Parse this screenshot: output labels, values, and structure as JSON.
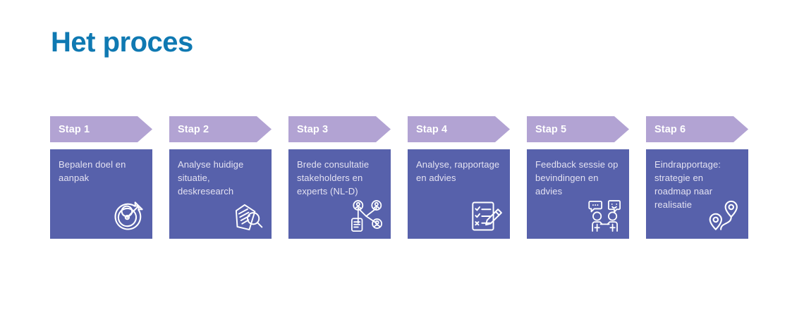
{
  "page": {
    "title": "Het proces",
    "title_color": "#0f79b2",
    "background": "#ffffff"
  },
  "theme": {
    "arrow_color": "#b2a3d3",
    "card_color": "#5761ab",
    "card_text_color": "#e4e2f2",
    "arrow_label_color": "#ffffff"
  },
  "steps": [
    {
      "arrow_label": "Stap 1",
      "description": "Bepalen doel en aanpak",
      "icon": "target-arrow-icon"
    },
    {
      "arrow_label": "Stap 2",
      "description": "Analyse huidige situatie, deskresearch",
      "icon": "document-magnifier-icon"
    },
    {
      "arrow_label": "Stap 3",
      "description": "Brede consultatie stakeholders en experts (NL-D)",
      "icon": "stakeholder-network-icon"
    },
    {
      "arrow_label": "Stap 4",
      "description": "Analyse, rapportage en advies",
      "icon": "checklist-pencil-icon"
    },
    {
      "arrow_label": "Stap 5",
      "description": "Feedback sessie op bevindingen en advies",
      "icon": "feedback-meeting-icon"
    },
    {
      "arrow_label": "Stap 6",
      "description": "Eindrapportage: strategie en roadmap naar realisatie",
      "icon": "route-pins-icon"
    }
  ]
}
